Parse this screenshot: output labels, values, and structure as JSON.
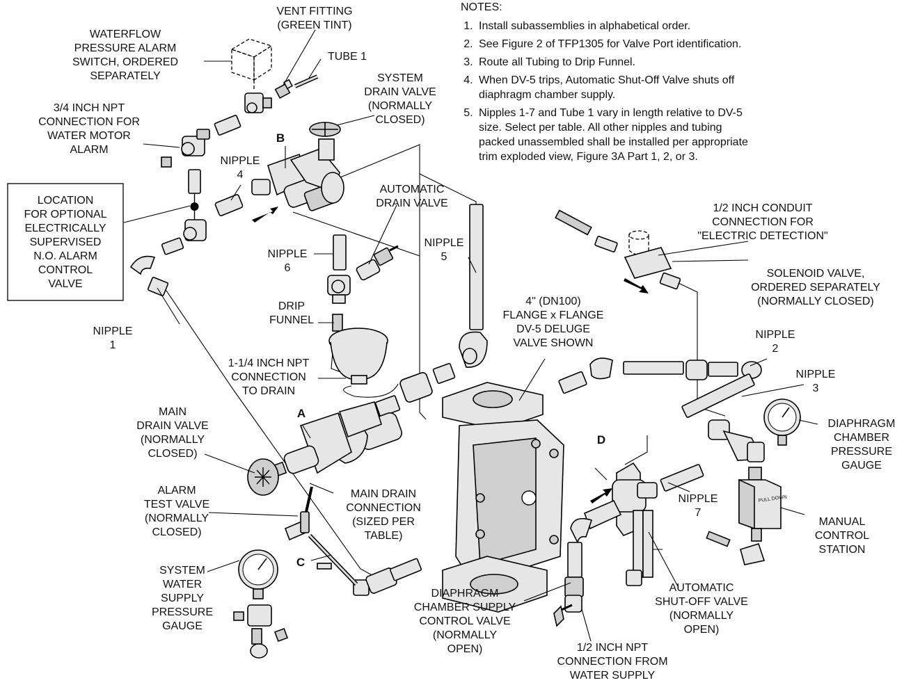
{
  "notes": {
    "header": "NOTES:",
    "items": [
      "Install subassemblies in alphabetical order.",
      "See Figure 2 of TFP1305 for Valve Port identification.",
      "Route all Tubing to Drip Funnel.",
      "When DV-5 trips, Automatic Shut-Off Valve shuts off diaphragm chamber supply.",
      "Nipples 1-7 and Tube 1 vary in length relative to DV-5 size. Select per table. All other nipples and tubing packed unassembled shall be installed per appropriate trim exploded view, Figure 3A Part 1, 2, or 3."
    ]
  },
  "labels": {
    "vent_fitting": [
      "VENT FITTING",
      "(GREEN TINT)"
    ],
    "waterflow_switch": [
      "WATERFLOW",
      "PRESSURE ALARM",
      "SWITCH, ORDERED",
      "SEPARATELY"
    ],
    "tube_1": [
      "TUBE 1"
    ],
    "system_drain_valve": [
      "SYSTEM",
      "DRAIN VALVE",
      "(NORMALLY",
      "CLOSED)"
    ],
    "water_motor_connection": [
      "3/4 INCH NPT",
      "CONNECTION FOR",
      "WATER MOTOR",
      "ALARM"
    ],
    "nipple_4": [
      "NIPPLE",
      "4"
    ],
    "automatic_drain_valve": [
      "AUTOMATIC",
      "DRAIN VALVE"
    ],
    "optional_alarm_valve": [
      "LOCATION",
      "FOR OPTIONAL",
      "ELECTRICALLY",
      "SUPERVISED",
      "N.O. ALARM",
      "CONTROL",
      "VALVE"
    ],
    "nipple_6": [
      "NIPPLE",
      "6"
    ],
    "nipple_5": [
      "NIPPLE",
      "5"
    ],
    "drip_funnel": [
      "DRIP",
      "FUNNEL"
    ],
    "nipple_1": [
      "NIPPLE",
      "1"
    ],
    "drain_connection": [
      "1-1/4 INCH NPT",
      "CONNECTION",
      "TO DRAIN"
    ],
    "deluge_valve": [
      "4\" (DN100)",
      "FLANGE x FLANGE",
      "DV-5 DELUGE",
      "VALVE SHOWN"
    ],
    "conduit_connection": [
      "1/2 INCH CONDUIT",
      "CONNECTION FOR",
      "\"ELECTRIC DETECTION\""
    ],
    "solenoid_valve": [
      "SOLENOID VALVE,",
      "ORDERED SEPARATELY",
      "(NORMALLY CLOSED)"
    ],
    "nipple_2": [
      "NIPPLE",
      "2"
    ],
    "nipple_3": [
      "NIPPLE",
      "3"
    ],
    "main_drain_valve": [
      "MAIN",
      "DRAIN VALVE",
      "(NORMALLY",
      "CLOSED)"
    ],
    "main_drain_connection": [
      "MAIN DRAIN",
      "CONNECTION",
      "(SIZED PER",
      "TABLE)"
    ],
    "diaphragm_gauge": [
      "DIAPHRAGM",
      "CHAMBER",
      "PRESSURE",
      "GAUGE"
    ],
    "alarm_test_valve": [
      "ALARM",
      "TEST VALVE",
      "(NORMALLY",
      "CLOSED)"
    ],
    "nipple_7": [
      "NIPPLE",
      "7"
    ],
    "manual_control_station": [
      "MANUAL",
      "CONTROL",
      "STATION"
    ],
    "system_water_gauge": [
      "SYSTEM",
      "WATER",
      "SUPPLY",
      "PRESSURE",
      "GAUGE"
    ],
    "diaphragm_supply_valve": [
      "DIAPHRAGM",
      "CHAMBER SUPPLY",
      "CONTROL VALVE",
      "(NORMALLY",
      "OPEN)"
    ],
    "auto_shutoff_valve": [
      "AUTOMATIC",
      "SHUT-OFF VALVE",
      "(NORMALLY",
      "OPEN)"
    ],
    "water_supply_connection": [
      "1/2 INCH NPT",
      "CONNECTION FROM",
      "WATER SUPPLY"
    ]
  },
  "letters": {
    "a": "A",
    "b": "B",
    "c": "C",
    "d": "D"
  },
  "nameplate_text": "PULL DOWN"
}
